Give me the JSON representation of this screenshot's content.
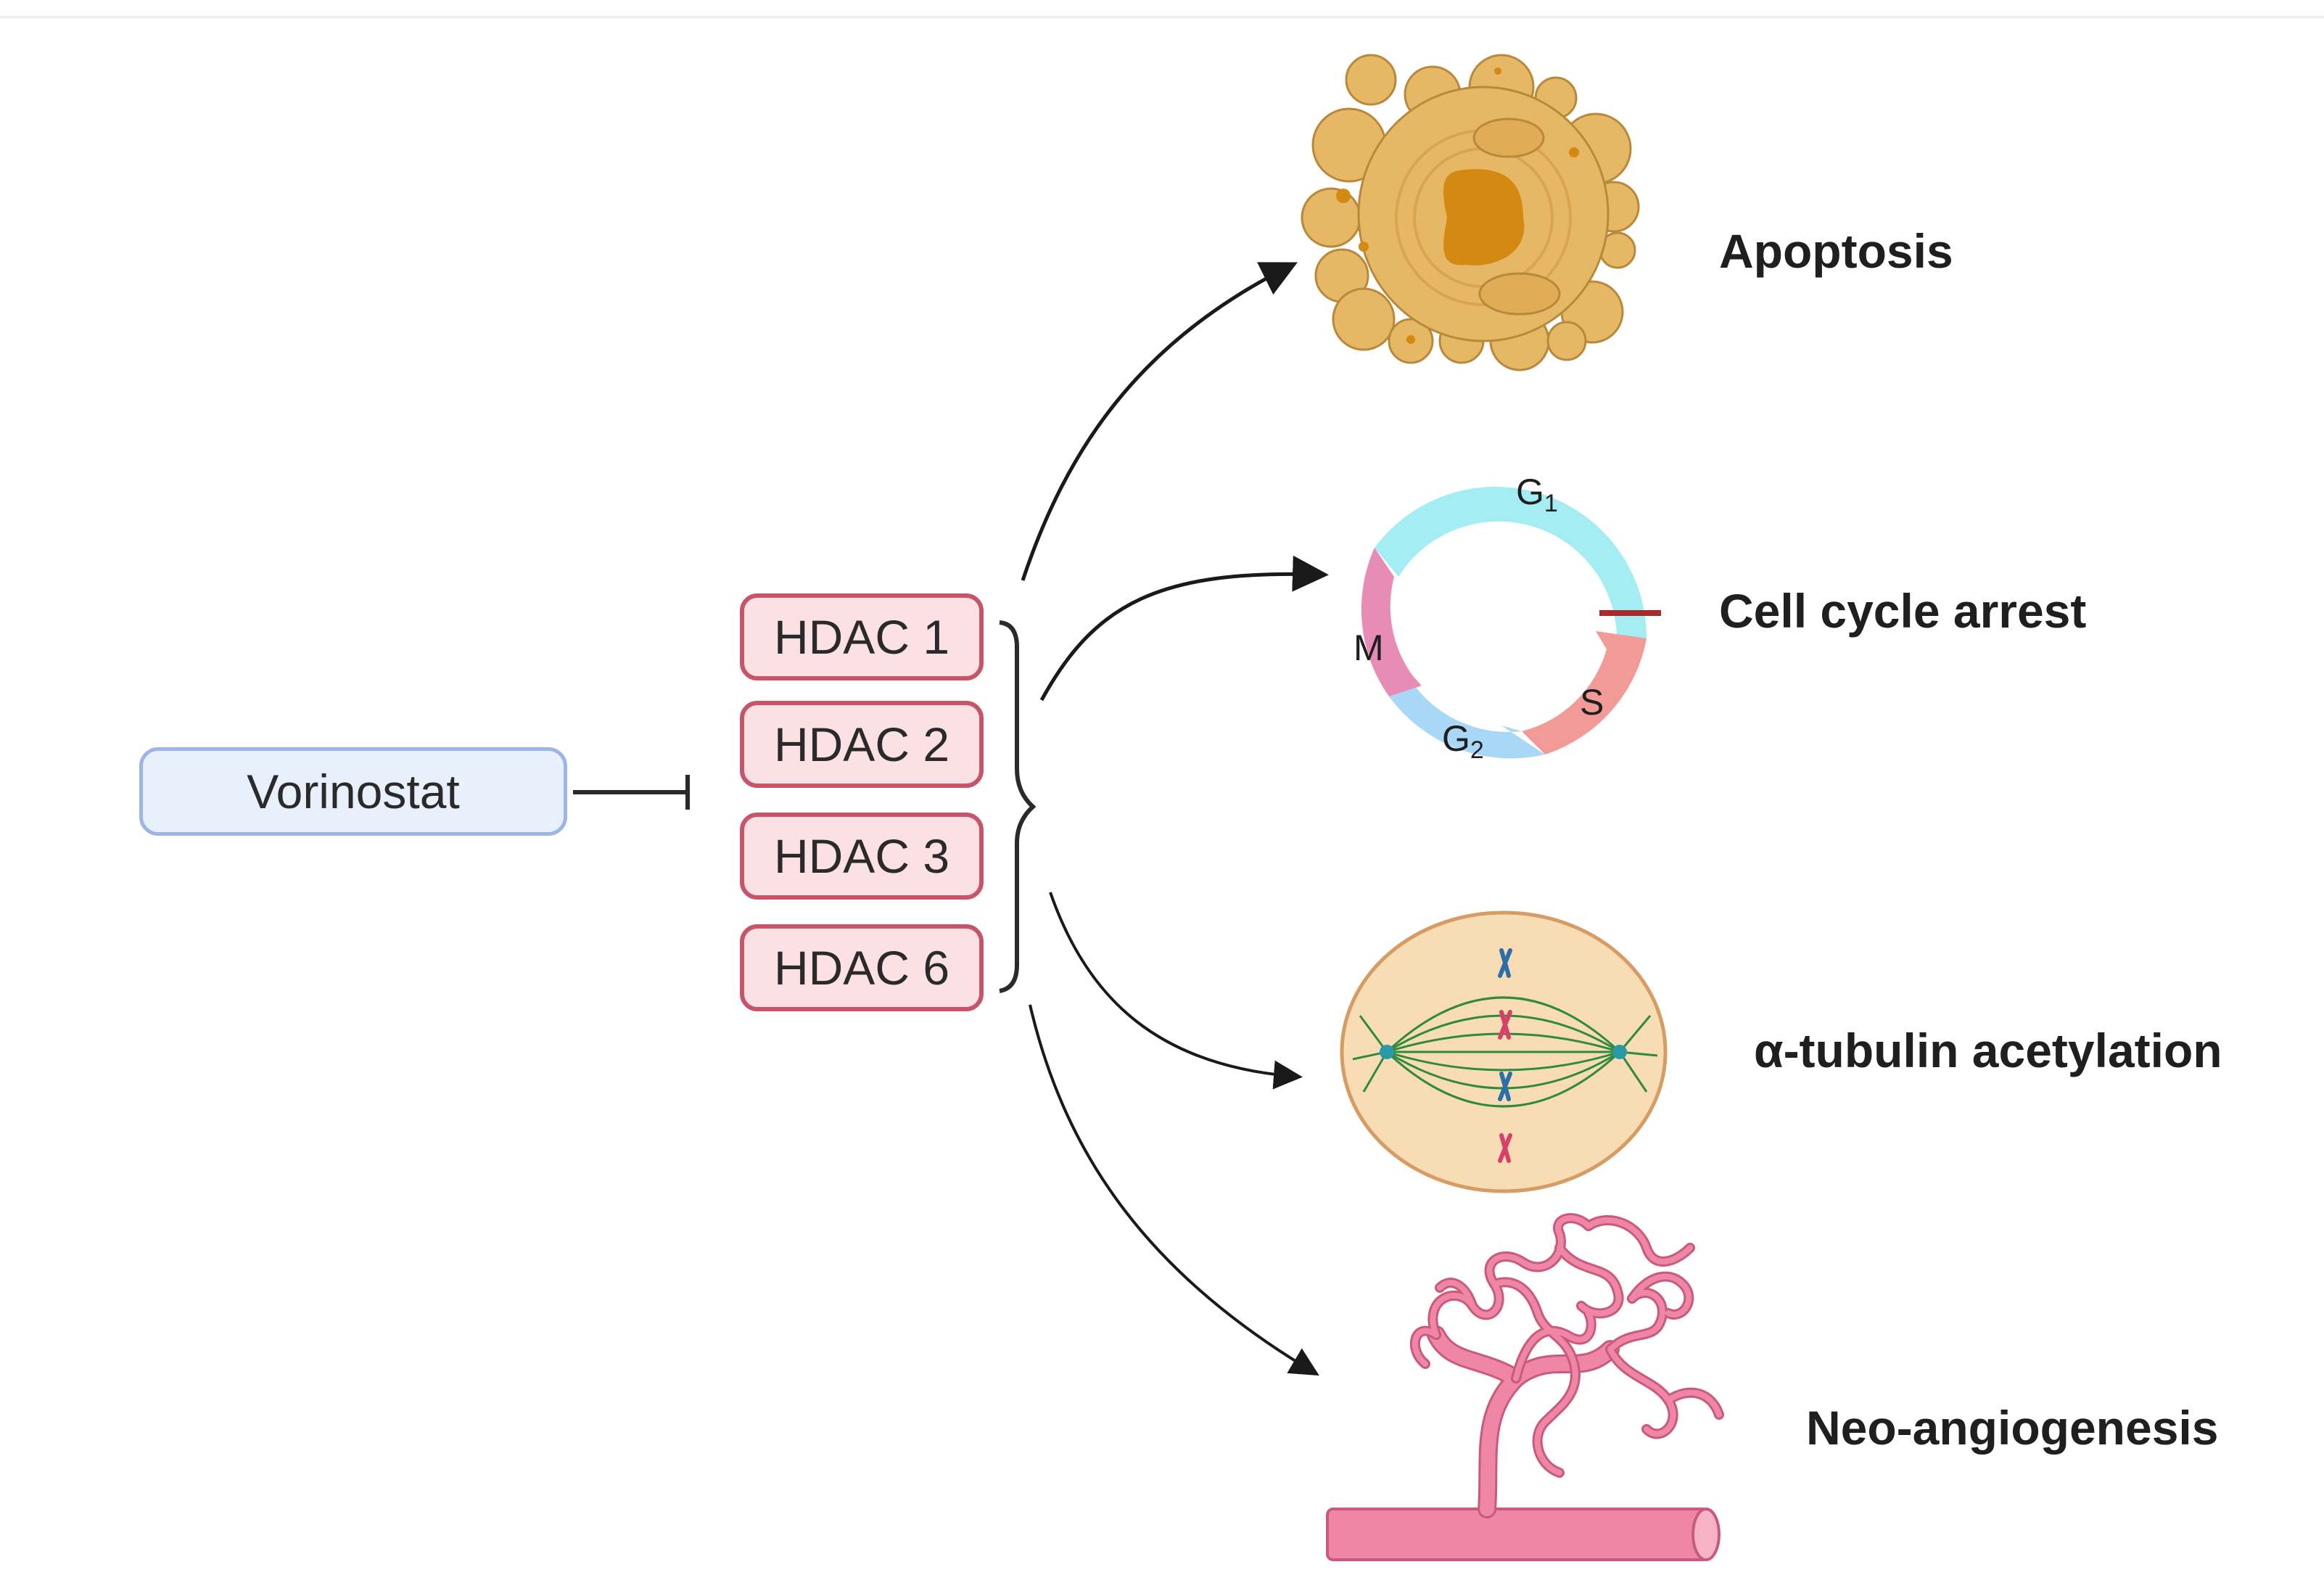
{
  "drug": {
    "label": "Vorinostat"
  },
  "targets": [
    {
      "label": "HDAC 1"
    },
    {
      "label": "HDAC 2"
    },
    {
      "label": "HDAC 3"
    },
    {
      "label": "HDAC 6"
    }
  ],
  "outcomes": [
    {
      "label": "Apoptosis",
      "icon": "apoptotic-cell-icon"
    },
    {
      "label": "Cell cycle arrest",
      "icon": "cell-cycle-icon"
    },
    {
      "label": "α-tubulin acetylation",
      "icon": "mitotic-spindle-icon"
    },
    {
      "label": "Neo-angiogenesis",
      "icon": "blood-vessel-icon"
    }
  ],
  "cell_cycle": {
    "phase_g1": "G1",
    "phase_s": "S",
    "phase_g2": "G2",
    "phase_m": "M"
  },
  "colors": {
    "drug_border": "#9bb6e4",
    "drug_fill": "#e7f0fb",
    "hdac_border": "#c8546a",
    "hdac_fill": "#fbe1e4",
    "apoptosis": "#e6b866",
    "g1": "#a3edf3",
    "s": "#f29a95",
    "g2": "#a9d7f6",
    "m": "#e78cb4",
    "spindle_cell": "#f8dcb4",
    "vessel": "#ef86a6"
  }
}
